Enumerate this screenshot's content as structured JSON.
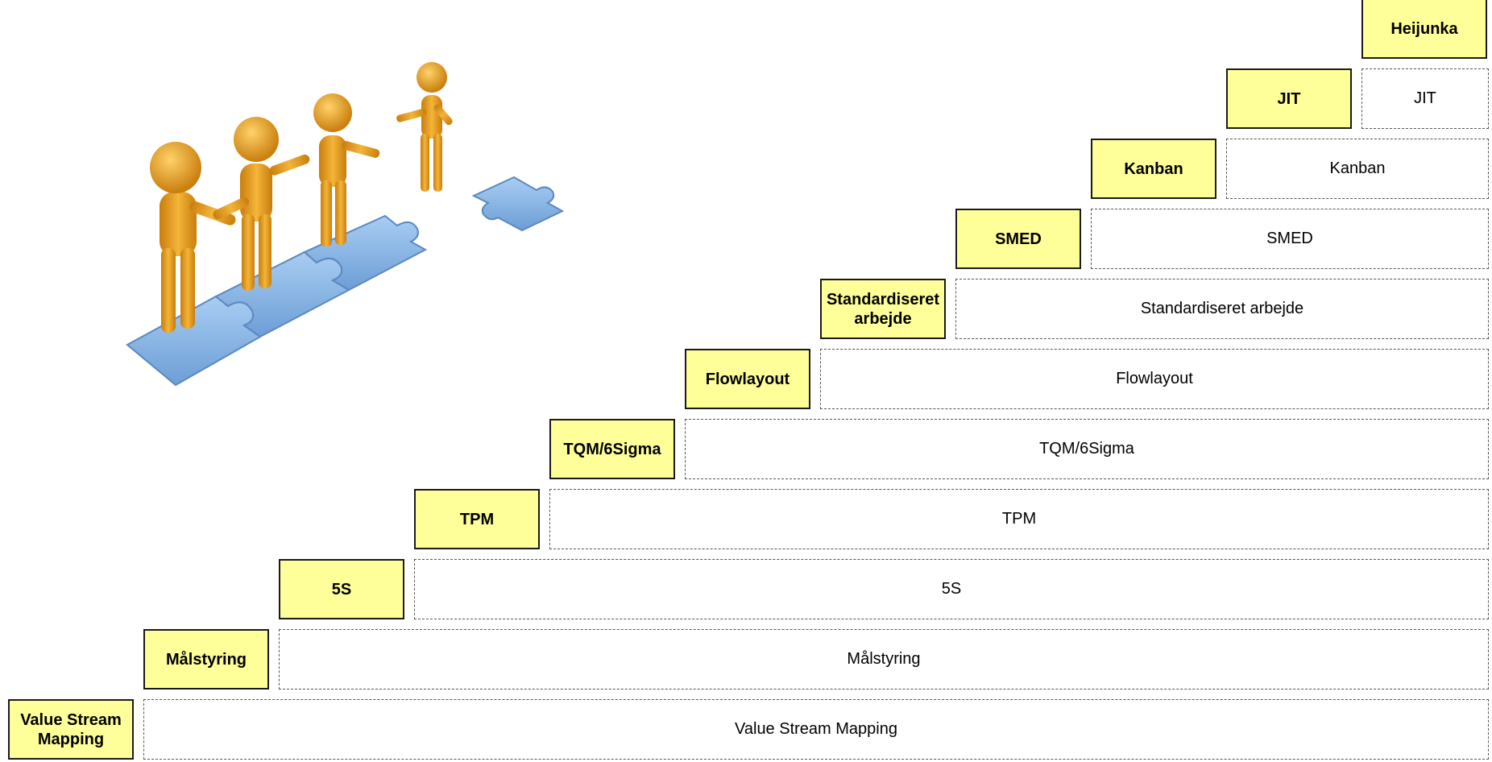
{
  "steps": [
    {
      "label": "Value Stream Mapping",
      "bar": "Value Stream Mapping"
    },
    {
      "label": "Målstyring",
      "bar": "Målstyring"
    },
    {
      "label": "5S",
      "bar": "5S"
    },
    {
      "label": "TPM",
      "bar": "TPM"
    },
    {
      "label": "TQM/6Sigma",
      "bar": "TQM/6Sigma"
    },
    {
      "label": "Flowlayout",
      "bar": "Flowlayout"
    },
    {
      "label": "Standardiseret arbejde",
      "bar": "Standardiseret arbejde"
    },
    {
      "label": "SMED",
      "bar": "SMED"
    },
    {
      "label": "Kanban",
      "bar": "Kanban"
    },
    {
      "label": "JIT",
      "bar": "JIT"
    },
    {
      "label": "Heijunka",
      "bar": ""
    }
  ],
  "colors": {
    "label_fill": "#ffff99",
    "figure": "#e8a21e",
    "puzzle": "#8fb8e8"
  },
  "illustration": {
    "icon": "team-puzzle-figures-icon"
  }
}
